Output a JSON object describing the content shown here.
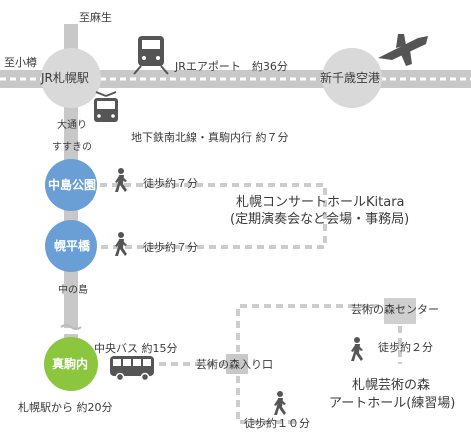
{
  "lines": {
    "north_terminal": "至麻生",
    "west_terminal": "至小樽",
    "airport_line": "JRエアポート　約36分",
    "subway_line": "地下鉄南北線・真駒内行 約７分",
    "bus_line": "中央バス 約15分",
    "from_sapporo_total": "札幌駅から 約20分"
  },
  "stations": {
    "sapporo": "JR札幌駅",
    "new_chitose": "新千歳空港",
    "odori": "大通り",
    "susukino": "すすきの",
    "nakajima_koen": "中島公園",
    "horohira_bashi": "幌平橋",
    "nakanoshima": "中の島",
    "makomanai": "真駒内"
  },
  "destinations": {
    "kitara_name": "札幌コンサートホールKitara",
    "kitara_note": "(定期演奏会など会場・事務局)",
    "art_forest_entrance": "芸術の森入り口",
    "art_forest_center": "芸術の森センター",
    "art_hall_name": "札幌芸術の森",
    "art_hall_note": "アートホール(練習場)"
  },
  "walks": {
    "nakajima_to_kitara": "徒歩約７分",
    "horohira_to_kitara": "徒歩約７分",
    "entrance_to_hall": "徒歩約１０分",
    "center_to_hall": "徒歩約２分"
  },
  "colors": {
    "station_blue": "#6a9fd6",
    "station_green": "#8cc63f",
    "node_gray": "#d9d9d9",
    "line_gray": "#c8c8c8",
    "dash_gray": "#cccccc",
    "icon_gray": "#555555"
  },
  "icons": [
    "train-icon",
    "tram-icon",
    "airplane-icon",
    "walker-icon",
    "bus-icon"
  ]
}
